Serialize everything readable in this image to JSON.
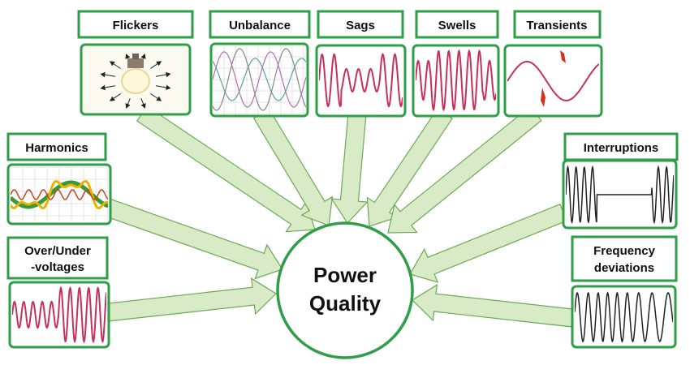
{
  "center": {
    "line1": "Power",
    "line2": "Quality"
  },
  "labels": {
    "flickers": "Flickers",
    "unbalance": "Unbalance",
    "sags": "Sags",
    "swells": "Swells",
    "transients": "Transients",
    "harmonics": "Harmonics",
    "overunder_line1": "Over/Under",
    "overunder_line2": "-voltages",
    "interruptions": "Interruptions",
    "frequency_line1": "Frequency",
    "frequency_line2": "deviations"
  },
  "colors": {
    "border": "#2e9e48",
    "arrow_fill": "#d9ebc6",
    "arrow_stroke": "#6aaa55",
    "wave_red": "#c8305a",
    "wave_black": "#222222",
    "transient_red": "#d83020"
  }
}
